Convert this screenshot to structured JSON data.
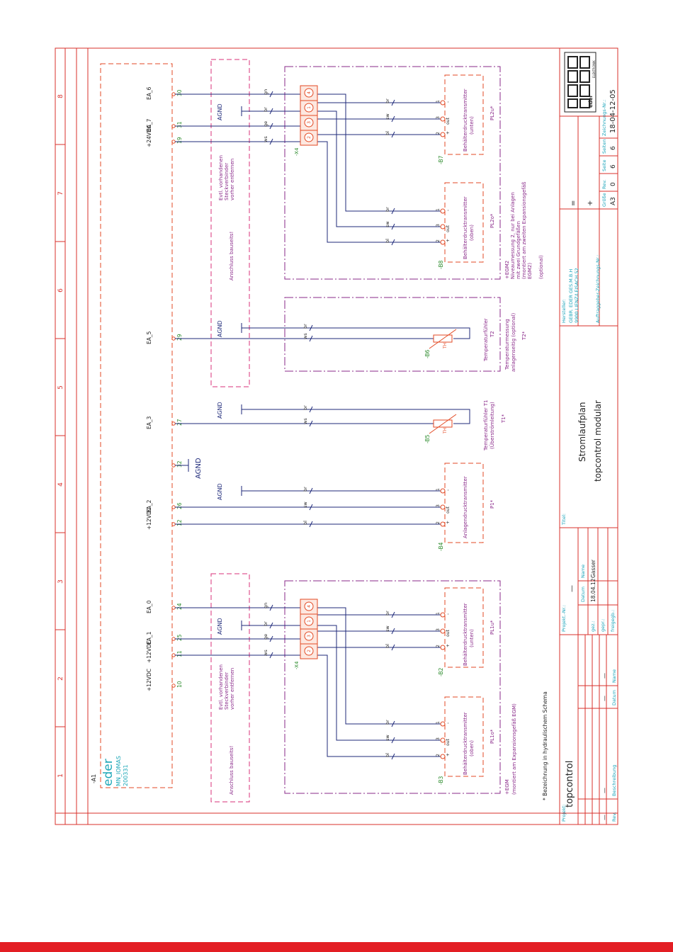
{
  "colors": {
    "frame": "#d9302b",
    "wire": "#1f2a7a",
    "box": "#d8327a",
    "label": "#8a2a8a",
    "term": "#e34a24",
    "note": "#2a8a2a",
    "title": "#17a2b8",
    "text": "#222222"
  },
  "grid": {
    "columns": [
      "1",
      "2",
      "3",
      "4",
      "5",
      "6",
      "7",
      "8"
    ]
  },
  "module": {
    "ref": "-A1",
    "name": "eder",
    "type": "MN_IOMAS",
    "code": "200331"
  },
  "notes": {
    "footnote": "* Bezeichnung in hydraulischem Schema",
    "egm_title": "+EGM",
    "egm_desc": "(montiert am Expansionsgefäß EGM)",
    "egm2_title": "+EGM2",
    "egm2_lines": [
      "Niveaumessung 2, nur bei Anlagen",
      "mit zwei Grundgefäßen",
      "(montiert am zweiten Expansionsgefäß",
      "EGM2)",
      "(optional)"
    ]
  },
  "boxes": {
    "anschluss": "Anschluss bauseits!",
    "evtl": [
      "Evtl. vorhandenen",
      "Steckverbinder",
      "vorher entfernen"
    ]
  },
  "connector": {
    "ref": "-X4",
    "pins": [
      "1",
      "2",
      "3",
      "4"
    ]
  },
  "wirecolors": {
    "gn": "gn",
    "ge": "ge",
    "br": "br",
    "ws": "ws",
    "sw": "sw",
    "bl": "bl"
  },
  "terminals": [
    {
      "num": "10",
      "label": "+12VDC"
    },
    {
      "num": "11",
      "label": "+12VDC"
    },
    {
      "num": "25",
      "label": "EA_1"
    },
    {
      "num": "24",
      "label": "EA_0"
    },
    {
      "num": "12",
      "label": "+12VDC"
    },
    {
      "num": "26",
      "label": "EA_2"
    },
    {
      "num": "32",
      "label": "AGND"
    },
    {
      "num": "27",
      "label": "EA_3"
    },
    {
      "num": "29",
      "label": "EA_5"
    },
    {
      "num": "19",
      "label": "+24VDC"
    },
    {
      "num": "31",
      "label": "EA_7"
    },
    {
      "num": "30",
      "label": "EA_6"
    }
  ],
  "agnd": "AGND",
  "devices": [
    {
      "ref": "-B3",
      "name": "Behälterdrucktransmitter",
      "sub": "(oben)",
      "id": "PL1o*"
    },
    {
      "ref": "-B2",
      "name": "Behälterdrucktransmitter",
      "sub": "(unten)",
      "id": "PL1u*"
    },
    {
      "ref": "-B4",
      "name": "Anlagendrucktransmitter",
      "sub": "",
      "id": "P1*"
    },
    {
      "ref": "-B8",
      "name": "Behälterdrucktransmitter",
      "sub": "(oben)",
      "id": "PL2o*"
    },
    {
      "ref": "-B7",
      "name": "Behälterdrucktransmitter",
      "sub": "(unten)",
      "id": "PL2u*"
    }
  ],
  "temp_sensors": [
    {
      "ref": "-B5",
      "name": "Temperaturfühler T1",
      "sub": "(Überströmleitung)",
      "id": "T1*"
    },
    {
      "ref": "-B6",
      "name": "Temperaturfühler",
      "name2": "T2",
      "sub": "Temperaturmessung",
      "sub2": "anlagenseitig (optional)",
      "id": "T2*"
    }
  ],
  "pins": {
    "one": "1",
    "two": "2",
    "three": "3",
    "minus": "-",
    "plus": "+",
    "out": "out",
    "theta": "TH"
  },
  "titleblock": {
    "projekt_label": "Projekt:",
    "projekt": "topcontrol",
    "projekt_nr_label": "Projekt.-Nr.:",
    "projekt_nr": "—",
    "datum_label": "Datum",
    "name_label": "Name",
    "gez_label": "gez.:",
    "gepr_label": "gepr.:",
    "freigeg_label": "freigegb.:",
    "datum": "18.04.12",
    "name": "Gasser",
    "rev_label": "Rev.",
    "beschreibung_label": "Beschreibung",
    "dash": "—",
    "titel_label": "Titel:",
    "titel1": "Stromlaufplan",
    "titel2": "topcontrol modular",
    "hersteller_label": "Hersteller:",
    "hersteller1": "GEBR. EDER GES.M.B.H",
    "hersteller2": "9900 LIENZ/LEISACH 52",
    "auftraggeber_label": "Auftraggeber-Zeichnungs-Nr.:",
    "eq": "=",
    "plus": "+",
    "groesse_label": "Größe",
    "rev2_label": "Rev.",
    "seite_label": "Seite",
    "seiten_label": "Seiten",
    "zeichnr_label": "Zeichnungs-Nr.:",
    "groesse": "A3",
    "rev": "0",
    "seite": "6",
    "seiten": "6",
    "zeichnr": "18-04-12-05",
    "logo": "eder",
    "logo_sub": "ELEKTRONIK"
  }
}
